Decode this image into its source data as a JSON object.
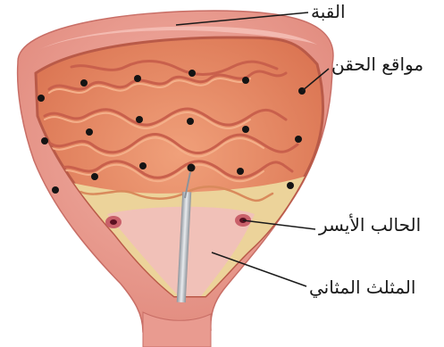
{
  "labels": {
    "dome": "القبة",
    "injection_sites": "مواقع الحقن",
    "left_ureter": "الحالب الأيسر",
    "trigone": "المثلث المثاني"
  },
  "colors": {
    "outer_wall": "#e99b90",
    "wall_edge": "#c86e66",
    "mucosa": "#e68a6a",
    "fold_highlight": "#f4b08a",
    "fold_shadow": "#c9604c",
    "trigone_fill": "#f1c1b8",
    "yellow_border": "#ecd39a",
    "dots": "#141414",
    "needle": "#b9bec4",
    "leader_lines": "#1a1a1a"
  },
  "icons": {
    "injection_marker": "black-dot-icon",
    "instrument": "needle-icon"
  }
}
